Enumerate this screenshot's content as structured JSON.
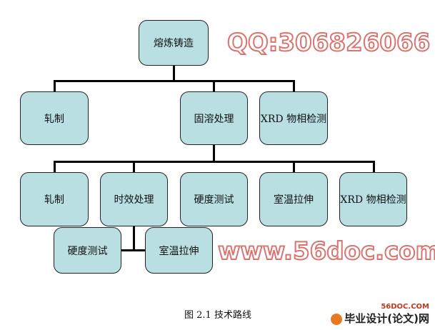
{
  "root": "熔炼铸造",
  "level1": [
    "轧制",
    "固溶处理",
    "XRD 物相检测"
  ],
  "level2": [
    "轧制",
    "时效处理",
    "硬度测试",
    "室温拉伸",
    "XRD 物相检测"
  ],
  "level3": [
    "硬度测试",
    "室温拉伸"
  ],
  "caption": "图 2.1  技术路线",
  "watermark": {
    "url": "www.56doc.com",
    "qq": "QQ:306826066"
  },
  "logo": {
    "site": "56DOC.COM",
    "name": "毕业设计(论文)网"
  }
}
